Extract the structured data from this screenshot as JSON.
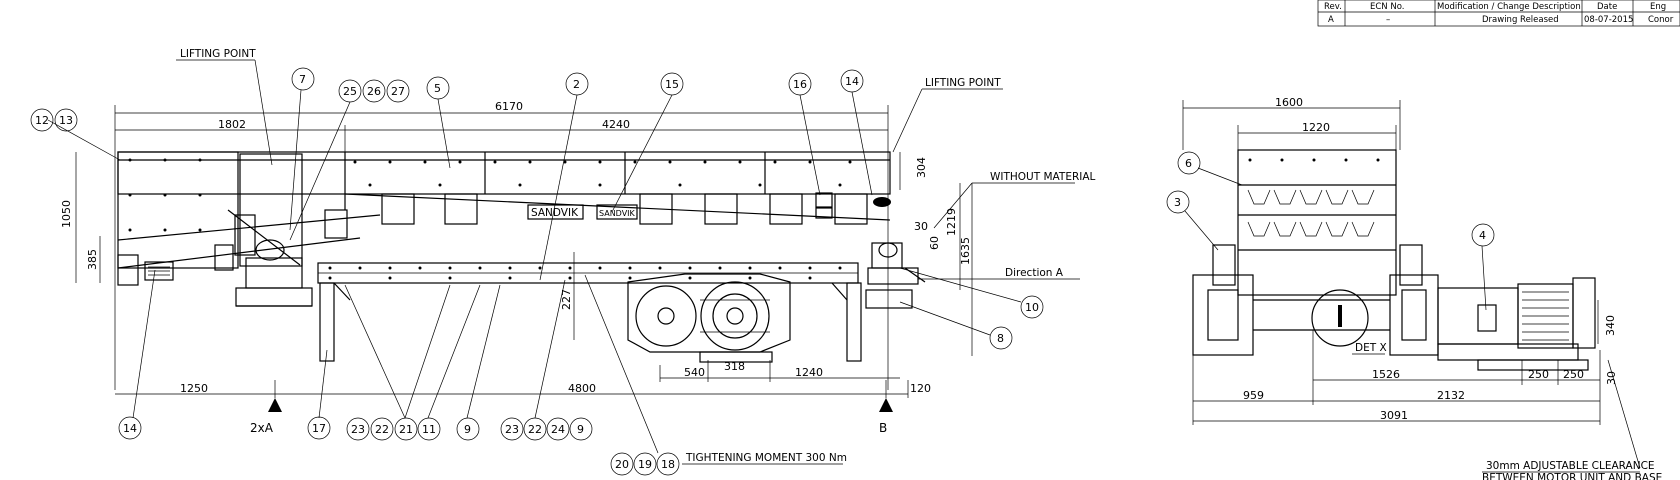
{
  "title_block": {
    "headers": [
      "Rev.",
      "ECN No.",
      "Modification / Change Description",
      "Date",
      "Eng"
    ],
    "row": [
      "A",
      "–",
      "Drawing Released",
      "08-07-2015",
      "Conor"
    ]
  },
  "labels": {
    "lifting_point_left": "LIFTING POINT",
    "lifting_point_right": "LIFTING POINT",
    "without_material": "WITHOUT MATERIAL",
    "direction_a": "Direction A",
    "tightening_moment": "TIGHTENING MOMENT 300 Nm",
    "det_x": "DET X",
    "view_2xa": "2xA",
    "view_b": "B",
    "clearance_1": "30mm ADJUSTABLE CLEARANCE",
    "clearance_2": "BETWEEN MOTOR UNIT AND BASE",
    "nameplate_1": "SANDVIK",
    "nameplate_2": "SANDVIK"
  },
  "dimensions": {
    "d6170": "6170",
    "d1802": "1802",
    "d4240": "4240",
    "d1050": "1050",
    "d385": "385",
    "d304": "304",
    "d30": "30",
    "d60": "60",
    "d1219": "1219",
    "d1635": "1635",
    "d227": "227",
    "d540": "540",
    "d318": "318",
    "d1240": "1240",
    "d1250": "1250",
    "d4800": "4800",
    "d120": "120",
    "d1600": "1600",
    "d1220": "1220",
    "d340": "340",
    "d1526": "1526",
    "d250a": "250",
    "d250b": "250",
    "d959": "959",
    "d2132": "2132",
    "d3091": "3091",
    "d30b": "30"
  },
  "balloons": {
    "b12": "12",
    "b13": "13",
    "b7": "7",
    "b25": "25",
    "b26": "26",
    "b27": "27",
    "b5": "5",
    "b2": "2",
    "b15": "15",
    "b16": "16",
    "b14a": "14",
    "b10": "10",
    "b8": "8",
    "b14b": "14",
    "b17": "17",
    "b23a": "23",
    "b22a": "22",
    "b21": "21",
    "b11": "11",
    "b9a": "9",
    "b23b": "23",
    "b22b": "22",
    "b24": "24",
    "b9b": "9",
    "b20": "20",
    "b19": "19",
    "b18": "18",
    "b6": "6",
    "b3": "3",
    "b4": "4"
  }
}
